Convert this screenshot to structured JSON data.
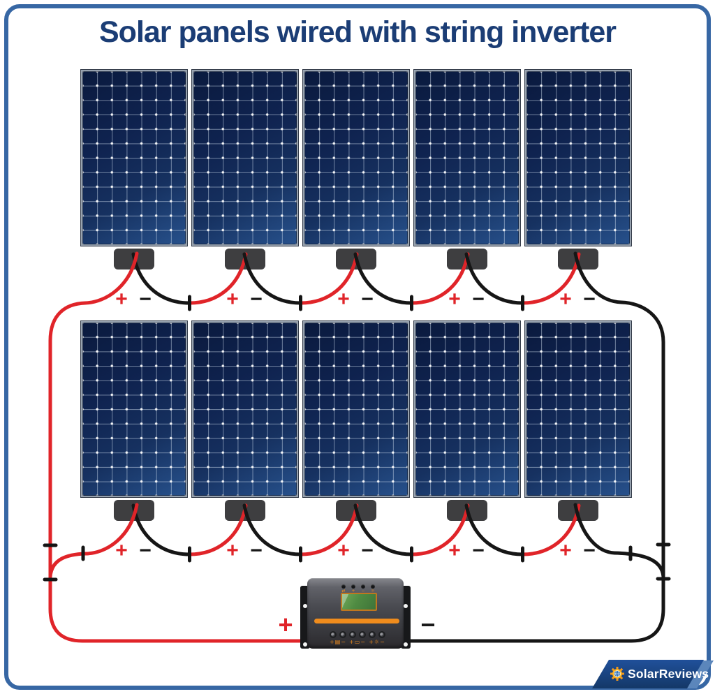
{
  "title": "Solar panels wired with string inverter",
  "array": {
    "rows": 2,
    "panels_per_row": 5,
    "panel_cell_columns": 7,
    "panel_cell_rows": 12
  },
  "wiring": {
    "positive_label": "+",
    "negative_label": "−",
    "positive_color": "#e02429",
    "negative_color": "#161616"
  },
  "inverter": {
    "positive_label": "+",
    "negative_label": "−",
    "led_count": 4,
    "led_icons": [
      "arrows-icon",
      "plus-icon",
      "minus-icon",
      "bulb-icon"
    ],
    "terminal_count": 6,
    "terminal_icons": [
      "pv-terminal-icon",
      "battery-terminal-icon",
      "load-terminal-icon"
    ],
    "accent_color": "#ef8c1d",
    "screen_color": "#468538"
  },
  "logo": {
    "text": "SolarReviews",
    "banner_color": "#1c4a8c",
    "sun_color": "#f5a822"
  },
  "frame_color": "#3767a4",
  "title_color": "#1b3d75"
}
